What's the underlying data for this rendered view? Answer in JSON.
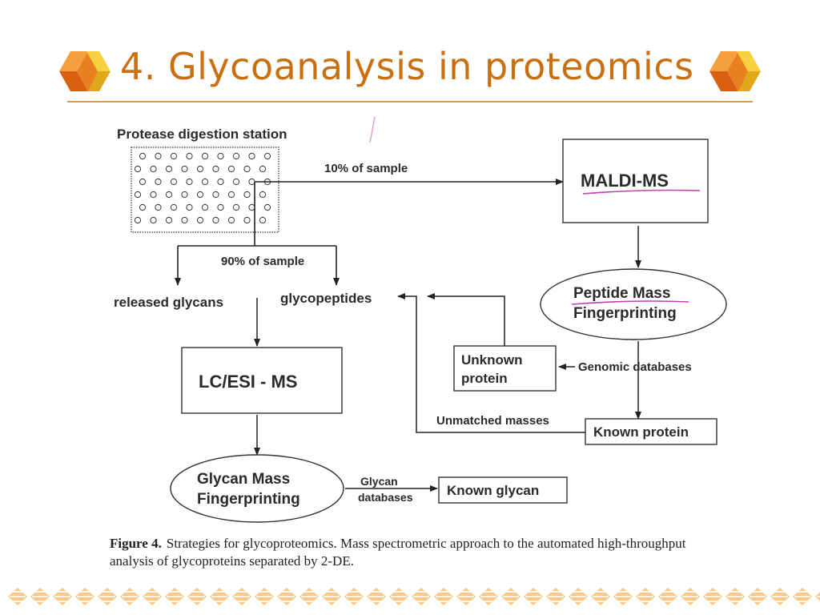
{
  "slide": {
    "title": "4. Glycoanalysis in proteomics"
  },
  "diagram": {
    "station_label": "Protease digestion station",
    "ten_percent": "10% of sample",
    "ninety_percent": "90% of sample",
    "maldi": "MALDI-MS",
    "pmf_line1": "Peptide Mass",
    "pmf_line2": "Fingerprinting",
    "released_glycans": "released glycans",
    "glycopeptides": "glycopeptides",
    "lc_esi": "LC/ESI - MS",
    "unknown_line1": "Unknown",
    "unknown_line2": "protein",
    "genomic_db": "Genomic databases",
    "unmatched": "Unmatched masses",
    "known_protein": "Known protein",
    "gmf_line1": "Glycan Mass",
    "gmf_line2": "Fingerprinting",
    "glycan_db_line1": "Glycan",
    "glycan_db_line2": "databases",
    "known_glycan": "Known glycan"
  },
  "caption": {
    "figure_label": "Figure 4.",
    "text": "Strategies for glycoproteomics. Mass spectrometric approach to the automated high-throughput analysis of glycoproteins separated by 2-DE."
  },
  "colors": {
    "title": "#c8700f",
    "rule": "#e89a3a",
    "underline": "#c040b0",
    "cube_orange": "#e07818",
    "cube_yellow": "#f0c020"
  }
}
